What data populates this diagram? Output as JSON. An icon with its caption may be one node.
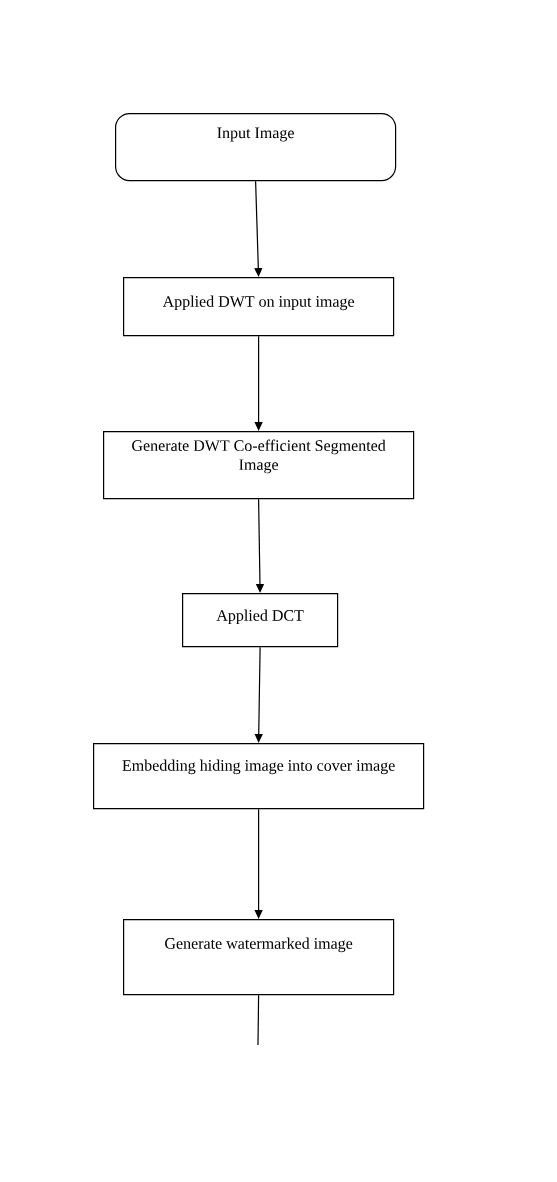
{
  "diagram": {
    "nodes": [
      {
        "text": [
          "Input Image"
        ]
      },
      {
        "text": [
          "Applied DWT on input image"
        ]
      },
      {
        "text": [
          "Generate DWT Co-efficient Segmented Image"
        ]
      },
      {
        "text": [
          "Applied DCT"
        ]
      },
      {
        "text": [
          "Embedding hiding image into cover image"
        ]
      },
      {
        "text": [
          "Generate watermarked image"
        ]
      }
    ],
    "edges": [
      {
        "from": 0,
        "to": 1,
        "arrow": "to"
      },
      {
        "from": 1,
        "to": 2,
        "arrow": "to"
      },
      {
        "from": 2,
        "to": 3,
        "arrow": "to"
      },
      {
        "from": 3,
        "to": 4,
        "arrow": "to"
      },
      {
        "from": 4,
        "to": 5,
        "arrow": "to"
      },
      {
        "from": 5,
        "to": null,
        "arrow": "none"
      }
    ]
  }
}
